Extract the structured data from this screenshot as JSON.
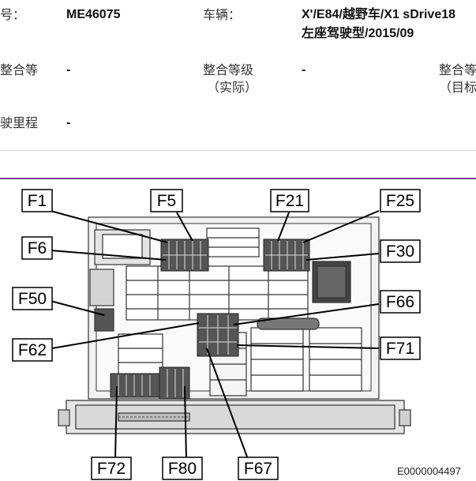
{
  "info": {
    "row1": {
      "label1": "号：",
      "value1": "ME46075",
      "label2": "车辆：",
      "value2_line1": "X'/E84/越野车/X1 sDrive18",
      "value2_line2": "左座驾驶型/2015/09"
    },
    "row2": {
      "label1": "整合等",
      "value1": "-",
      "label2_line1": "整合等级",
      "label2_line2": "（实际）",
      "value2": "-",
      "label3_line1": "整合等",
      "label3_line2": "（目标"
    },
    "row3": {
      "label1": "驶里程",
      "value1": "-"
    }
  },
  "callouts": {
    "f1": "F1",
    "f5": "F5",
    "f21": "F21",
    "f25": "F25",
    "f6": "F6",
    "f30": "F30",
    "f50": "F50",
    "f66": "F66",
    "f62": "F62",
    "f71": "F71",
    "f72": "F72",
    "f80": "F80",
    "f67": "F67"
  },
  "reference_code": "E0000004497"
}
